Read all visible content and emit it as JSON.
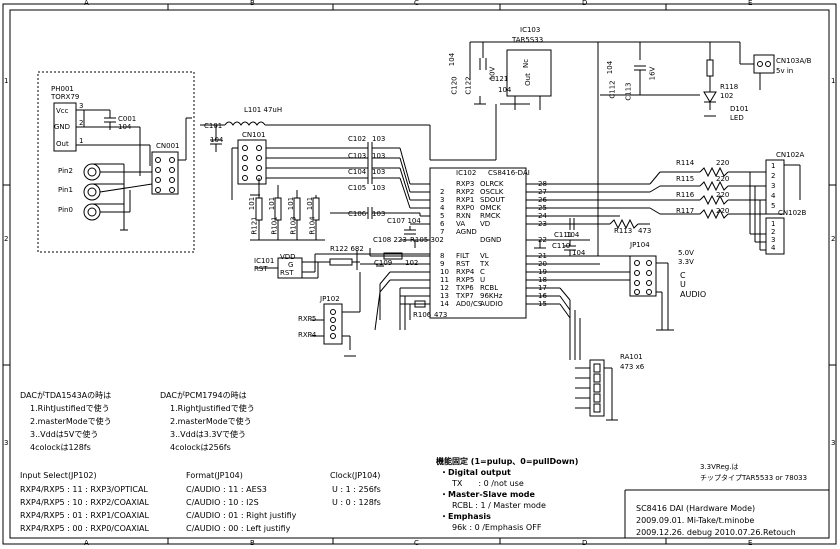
{
  "border": {
    "cols": [
      "A",
      "B",
      "C",
      "D",
      "E"
    ],
    "rows": [
      "1",
      "2",
      "3"
    ]
  },
  "parts": {
    "ph001": "PH001",
    "torx": "TORX79",
    "vcc": "Vcc",
    "gnd": "GND",
    "out": "Out",
    "pin3": "3",
    "pin2": "2",
    "pin1": "1",
    "c001": "C001",
    "c001v": "104",
    "cn001": "CN001",
    "pin2lbl": "Pin2",
    "pin1lbl": "Pin1",
    "pin0lbl": "Pin0",
    "c101": "C101",
    "c101v": "104",
    "l101": "L101 47uH",
    "cn101": "CN101",
    "r101": "101",
    "r121": "R121",
    "rx1": "101",
    "rx2": "101",
    "rx3": "101",
    "r102": "R101",
    "r103": "R103",
    "r104": "R104",
    "ic101": "IC101",
    "rst": "RST",
    "vdd": "VDD",
    "g": "G",
    "rst2": "RST",
    "r122": "R122 682",
    "jp102": "JP102",
    "rxp5": "RXP5",
    "rxp4": "RXP4",
    "c102": "C102",
    "c103": "C103",
    "c104": "C104",
    "c105": "C105",
    "c106": "C106",
    "cap103": "103",
    "c107": "C107 104",
    "c108": "C108 223",
    "r105": "R105 302",
    "c109": "C109",
    "v102": "102",
    "ic102": "IC102",
    "cs8416": "CS8416-DAI",
    "left_pins": [
      "RXP3",
      "RXP2",
      "RXP1",
      "RXP0",
      "RXN",
      "VA",
      "AGND",
      "FILT",
      "RST",
      "RXP4",
      "RXP5",
      "TXP6",
      "TXP7",
      "AD0/CS"
    ],
    "left_nums": [
      "2",
      "3",
      "4",
      "5",
      "6",
      "7",
      "8",
      "9",
      "10",
      "11",
      "12",
      "13",
      "14"
    ],
    "right_pins": [
      "OLRCK",
      "OSCLK",
      "SDOUT",
      "OMCK",
      "RMCK",
      "VD",
      "DGND",
      "VL",
      "TX",
      "C",
      "U",
      "RCBL",
      "96KHz",
      "AUDIO"
    ],
    "right_nums": [
      "28",
      "27",
      "26",
      "25",
      "24",
      "23",
      "22",
      "21",
      "20",
      "19",
      "18",
      "17",
      "16",
      "15"
    ],
    "r106": "R106",
    "r106v": "473",
    "c110": "C110",
    "c111": "C111",
    "v104": "104",
    "r113": "R113",
    "r113v": "473",
    "r114": "R114",
    "r115": "R115",
    "r116": "R116",
    "r117": "R117",
    "v220": "220",
    "cn102a": "CN102A",
    "cn102b": "CN102B",
    "jp104": "JP104",
    "v50": "5.0V",
    "v33": "3.3V",
    "c": "C",
    "u": "U",
    "audio": "AUDIO",
    "ra101": "RA101",
    "ra101v": "473 x6",
    "ic103": "IC103",
    "tar": "TAR5S33",
    "c120": "C120",
    "c122": "C122",
    "c121": "C121",
    "c112": "C112",
    "c113": "C113",
    "v10v": "10V",
    "v16v": "16V",
    "v104b": "104",
    "nc": "Nc",
    "out2": "Out",
    "r118": "R118",
    "r118v": "102",
    "d101": "D101",
    "led": "LED",
    "cn103": "CN103A/B",
    "vin": "5v in"
  },
  "notes": {
    "dac1_title": "DACがTDA1543Aの時は",
    "dac1": [
      "1.RihtJustifiedで使う",
      "2.masterModeで使う",
      "3..Vddは5Vで使う",
      "4colockは128fs"
    ],
    "dac2_title": "DACがPCM1794の時は",
    "dac2": [
      "1.RightJustifiedで使う",
      "2.masterModeで使う",
      "3..Vddは3.3Vで使う",
      "4colockは256fs"
    ],
    "input_title": "Input Select(JP102)",
    "input": [
      "RXP4/RXP5 : 11 : RXP3/OPTICAL",
      "RXP4/RXP5 : 10 : RXP2/COAXIAL",
      "RXP4/RXP5 : 01 : RXP1/COAXIAL",
      "RXP4/RXP5 : 00 : RXP0/COAXIAL"
    ],
    "format_title": "Format(JP104)",
    "format": [
      "C/AUDIO : 11 : AES3",
      "C/AUDIO : 10 : I2S",
      "C/AUDIO : 01 : Right justifiy",
      "C/AUDIO : 00 : Left justifiy"
    ],
    "clock_title": "Clock(JP104)",
    "clock": [
      "U : 1 : 256fs",
      "U : 0 : 128fs"
    ],
    "fixed_title": "機能固定 (1=pulup、0=pullDown)",
    "fixed": [
      "・Digital output",
      "TX　　: 0 /not use",
      "・Master-Slave mode",
      "RCBL : 1 / Master mode",
      "・Emphasis",
      "96k : 0 /Emphasis OFF"
    ],
    "reg1": "3.3VReg.は",
    "reg2": "チップタイプTAR5533 or 78033",
    "tb": [
      "SC8416 DAI (Hardware Mode)",
      "2009.09.01.  Mi-Take/t.minobe",
      "2009.12.26. debug  2010.07.26.Retouch"
    ]
  }
}
